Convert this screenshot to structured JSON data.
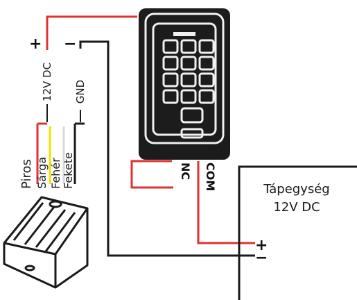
{
  "power_supply": {
    "title_line1": "Tápegység",
    "title_line2": "12V DC",
    "plus_symbol": "+",
    "minus_symbol": "−"
  },
  "keypad": {
    "terminals": {
      "nc": "NC",
      "com": "COM"
    },
    "power_inputs": {
      "plus_symbol": "+",
      "minus_symbol": "−",
      "plus_label": "12V DC",
      "minus_label": "GND"
    }
  },
  "lock_wires": [
    {
      "label": "Piros",
      "color": "#e03030"
    },
    {
      "label": "Sárga",
      "color": "#f2e000"
    },
    {
      "label": "Fehér",
      "color": "#d8d8d8"
    },
    {
      "label": "Fekete",
      "color": "#1a1a1a"
    }
  ],
  "colors": {
    "wire_red": "#e03030",
    "wire_black": "#1a1a1a",
    "device_body": "#1c1c1c",
    "device_frame": "#f0f0f0",
    "keys": "#111111"
  }
}
